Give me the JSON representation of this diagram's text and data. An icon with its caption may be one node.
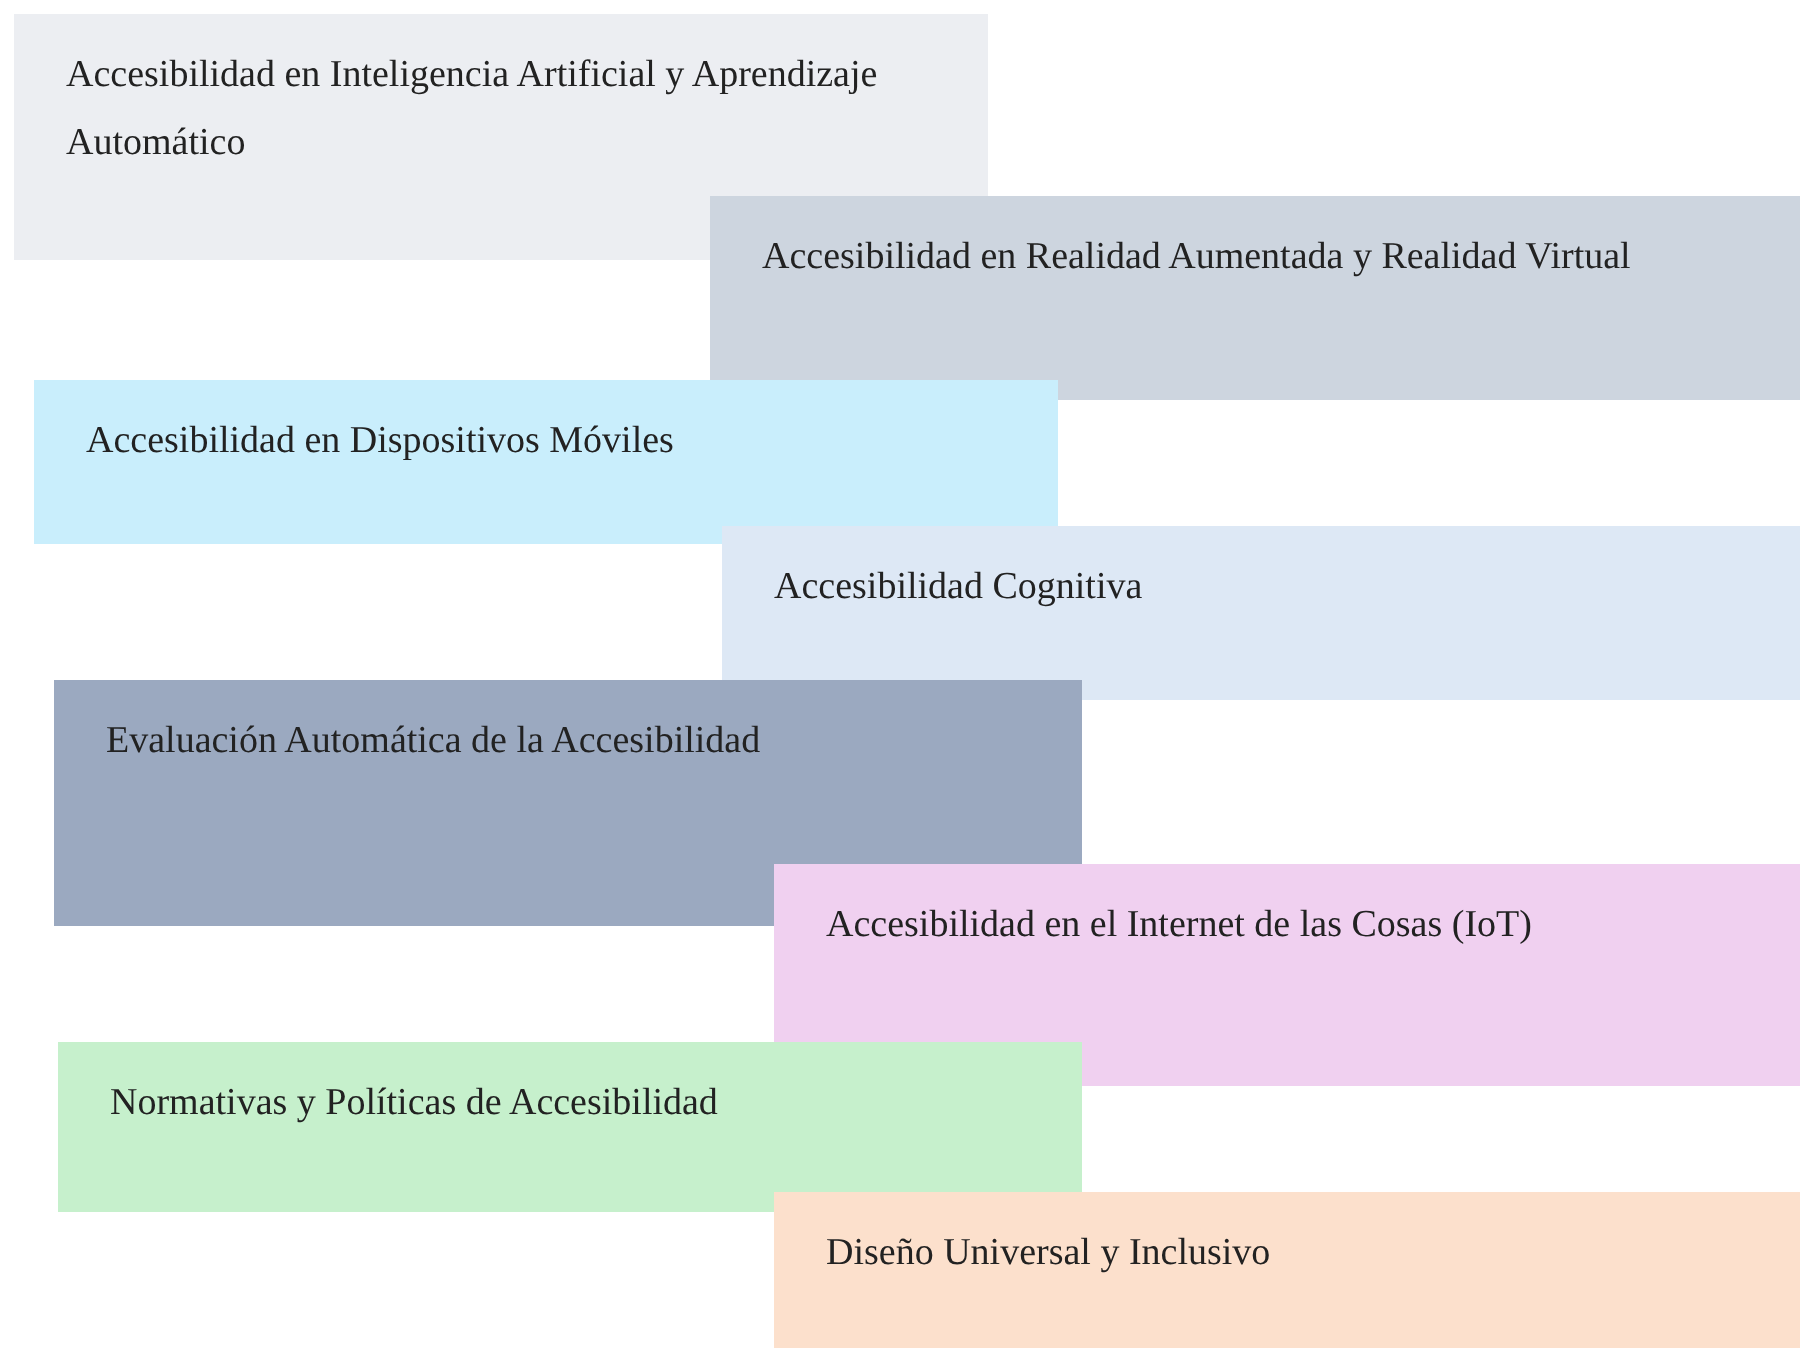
{
  "diagram": {
    "nodes": [
      {
        "text": [
          "Accesibilidad en Inteligencia Artificial y Aprendizaje Automático"
        ]
      },
      {
        "text": [
          "Accesibilidad en Realidad Aumentada y Realidad Virtual"
        ]
      },
      {
        "text": [
          "Accesibilidad en Dispositivos Móviles"
        ]
      },
      {
        "text": [
          "Accesibilidad Cognitiva"
        ]
      },
      {
        "text": [
          "Evaluación Automática de la Accesibilidad"
        ]
      },
      {
        "text": [
          "Accesibilidad en el Internet de las Cosas (IoT)"
        ]
      },
      {
        "text": [
          "Normativas y Políticas de Accesibilidad"
        ]
      },
      {
        "text": [
          "Diseño Universal y Inclusivo"
        ]
      }
    ]
  }
}
